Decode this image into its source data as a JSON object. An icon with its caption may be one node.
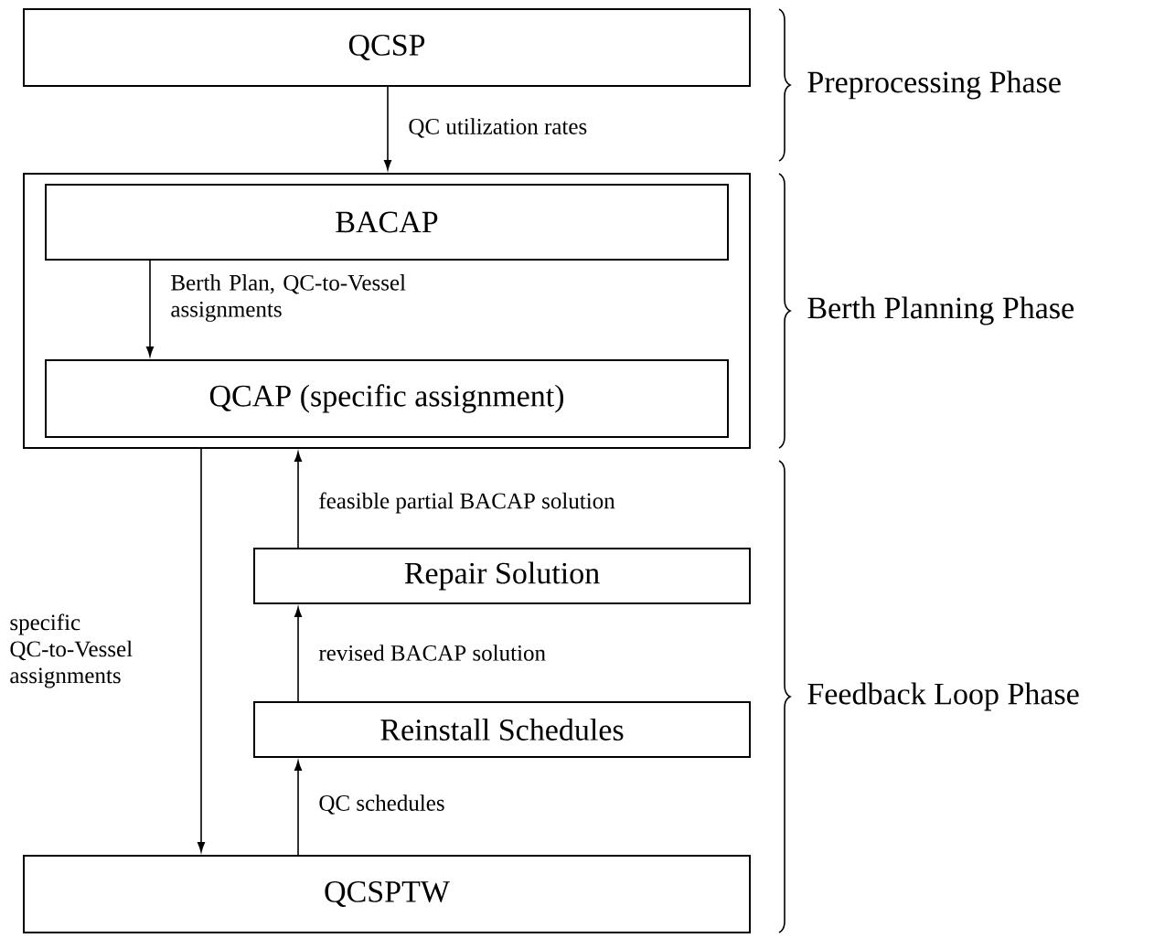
{
  "diagram": {
    "nodes": [
      {
        "text": [
          "QCSP"
        ]
      },
      {
        "text": [],
        "shape": "box"
      },
      {
        "text": [
          "BACAP"
        ],
        "in": 1
      },
      {
        "text": [
          "QCAP (specific assignment)"
        ],
        "in": 1
      },
      {
        "text": [
          "Repair Solution"
        ]
      },
      {
        "text": [
          "Reinstall Schedules"
        ]
      },
      {
        "text": [
          "QCSPTW"
        ]
      }
    ],
    "edges": [
      {
        "from": 0,
        "to": 1,
        "arrow": "to",
        "label": "QC utilization rates"
      },
      {
        "from": 2,
        "to": 3,
        "arrow": "to",
        "label": "Berth Plan, QC-to-Vessel assignments"
      },
      {
        "from": 1,
        "to": 6,
        "arrow": "to",
        "label": "specific QC-to-Vessel assignments"
      },
      {
        "from": 6,
        "to": 5,
        "arrow": "to",
        "label": "QC schedules"
      },
      {
        "from": 5,
        "to": 4,
        "arrow": "to",
        "label": "revised BACAP solution"
      },
      {
        "from": 4,
        "to": 1,
        "arrow": "to",
        "label": "feasible partial BACAP solution"
      }
    ],
    "labels": [
      "Preprocessing Phase",
      "Berth Planning Phase",
      "Feedback Loop Phase"
    ]
  }
}
